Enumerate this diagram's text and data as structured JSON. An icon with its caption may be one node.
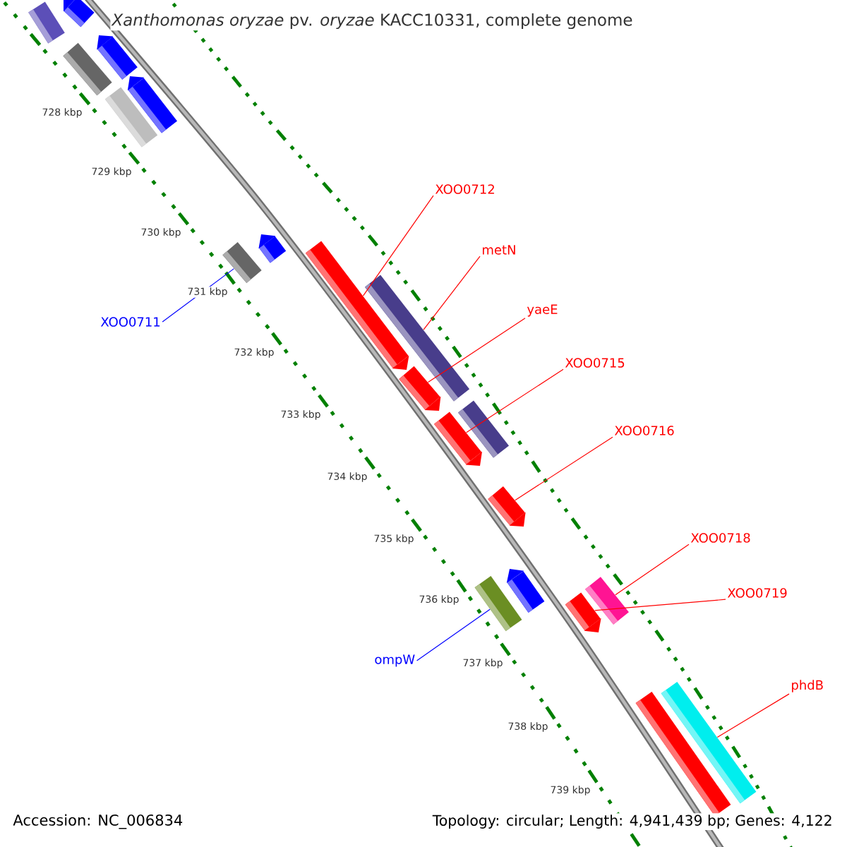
{
  "diagram": {
    "title": "*Xanthomonas oryzae* pv. *oryzae* KACC10331, complete genome",
    "nodes": [
      {
        "text": [
          "XOO0712"
        ]
      },
      {
        "text": [
          "metN"
        ]
      },
      {
        "text": [
          "yaeE"
        ]
      },
      {
        "text": [
          "XOO0711"
        ]
      },
      {
        "text": [
          "XOO0715"
        ]
      },
      {
        "text": [
          "XOO0716"
        ]
      },
      {
        "text": [
          "XOO0718"
        ]
      },
      {
        "text": [
          "XOO0719"
        ]
      },
      {
        "text": [
          "ompW"
        ]
      },
      {
        "text": [
          "phdB"
        ]
      },
      {
        "text": [],
        "shape": "bar"
      },
      {
        "text": [],
        "shape": "bar"
      },
      {
        "text": [],
        "shape": "bar"
      },
      {
        "text": [],
        "shape": "bar"
      },
      {
        "text": [],
        "shape": "bar"
      },
      {
        "text": [],
        "shape": "bar"
      },
      {
        "text": [],
        "shape": "bar"
      },
      {
        "text": [],
        "shape": "bar"
      },
      {
        "text": [],
        "shape": "bar"
      },
      {
        "text": [],
        "shape": "bar"
      }
    ],
    "edges": [
      {
        "from": 3,
        "to": 10,
        "arrow": "none",
        "color": "#0000ff"
      },
      {
        "from": 0,
        "to": 11,
        "arrow": "none"
      },
      {
        "from": 1,
        "to": 12,
        "arrow": "none"
      },
      {
        "from": 2,
        "to": 13,
        "arrow": "none"
      },
      {
        "from": 4,
        "to": 14,
        "arrow": "none"
      },
      {
        "from": 5,
        "to": 15,
        "arrow": "none"
      },
      {
        "from": 8,
        "to": 16,
        "arrow": "none",
        "color": "#0000ff"
      },
      {
        "from": 6,
        "to": 17,
        "arrow": "none"
      },
      {
        "from": 7,
        "to": 18,
        "arrow": "none"
      },
      {
        "from": 9,
        "to": 19,
        "arrow": "none"
      }
    ],
    "labels": [
      "728 kbp",
      "729 kbp",
      "730 kbp",
      "731 kbp",
      "732 kbp",
      "733 kbp",
      "734 kbp",
      "735 kbp",
      "736 kbp",
      "737 kbp",
      "738 kbp",
      "739 kbp",
      "Accession: NC_006834",
      "Topology: circular; Length: 4,941,439 bp; Genes: 4,122"
    ]
  }
}
